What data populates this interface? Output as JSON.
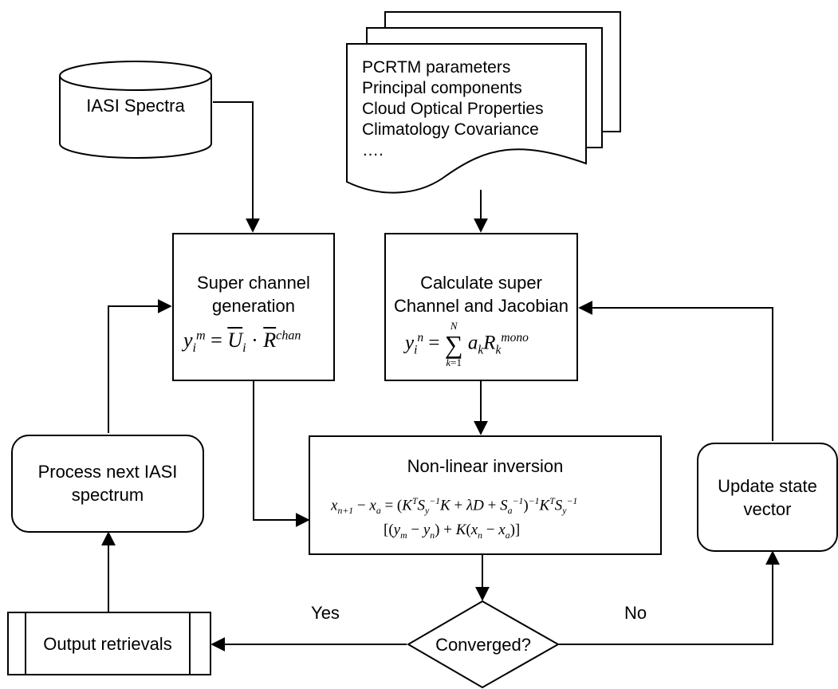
{
  "nodes": {
    "iasi_spectra": "IASI Spectra",
    "input_doc_lines": [
      "PCRTM parameters",
      "Principal components",
      "Cloud Optical Properties",
      "Climatology Covariance",
      "…."
    ],
    "super_channel": [
      "Super channel",
      "generation"
    ],
    "calc_super": [
      "Calculate super",
      "Channel and Jacobian"
    ],
    "nonlinear_inversion": "Non-linear inversion",
    "process_next": [
      "Process next IASI",
      "spectrum"
    ],
    "update_state": [
      "Update state",
      "vector"
    ],
    "converged": "Converged?",
    "output_retrievals": "Output retrievals"
  },
  "edges": {
    "yes_label": "Yes",
    "no_label": "No"
  }
}
